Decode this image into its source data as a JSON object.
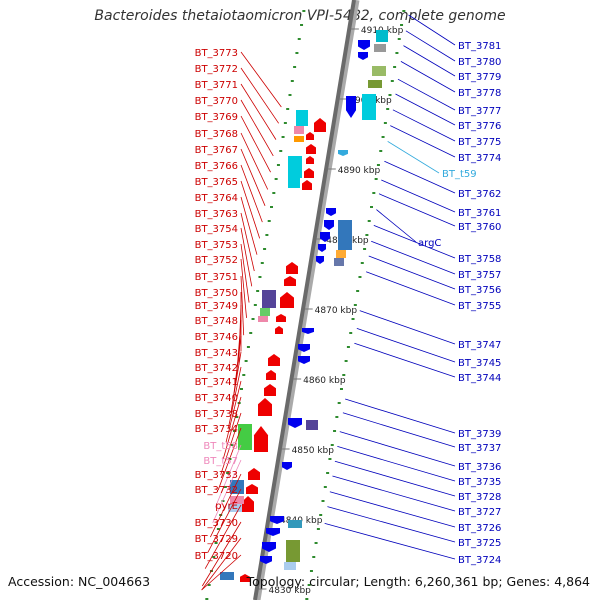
{
  "title": "Bacteroides thetaiotaomicron VPI-5482, complete genome",
  "accession": "Accession: NC_004663",
  "summary": "Topology: circular; Length: 6,260,361 bp; Genes: 4,864",
  "colors": {
    "left_label": "#cc0000",
    "left_rna": "#ee88bb",
    "right_label": "#0000bb",
    "right_rna": "#33aadd",
    "forward_gene": "#ee0000",
    "reverse_gene": "#0000ee",
    "backbone": "#888888",
    "tick": "#2e8b2e"
  },
  "scale_labels": [
    "4910 kbp",
    "4900 kbp",
    "4890 kbp",
    "4880 kbp",
    "4870 kbp",
    "4860 kbp",
    "4850 kbp",
    "4840 kbp",
    "4830 kbp"
  ],
  "left_labels": [
    {
      "text": "BT_3773",
      "rna": false
    },
    {
      "text": "BT_3772",
      "rna": false
    },
    {
      "text": "BT_3771",
      "rna": false
    },
    {
      "text": "BT_3770",
      "rna": false
    },
    {
      "text": "BT_3769",
      "rna": false
    },
    {
      "text": "BT_3768",
      "rna": false
    },
    {
      "text": "BT_3767",
      "rna": false
    },
    {
      "text": "BT_3766",
      "rna": false
    },
    {
      "text": "BT_3765",
      "rna": false
    },
    {
      "text": "BT_3764",
      "rna": false
    },
    {
      "text": "BT_3763",
      "rna": false
    },
    {
      "text": "BT_3754",
      "rna": false
    },
    {
      "text": "BT_3753",
      "rna": false
    },
    {
      "text": "BT_3752",
      "rna": false
    },
    {
      "text": "BT_3751",
      "rna": false
    },
    {
      "text": "BT_3750",
      "rna": false
    },
    {
      "text": "BT_3749",
      "rna": false
    },
    {
      "text": "BT_3748",
      "rna": false
    },
    {
      "text": "BT_3746",
      "rna": false
    },
    {
      "text": "BT_3743",
      "rna": false
    },
    {
      "text": "BT_3742",
      "rna": false
    },
    {
      "text": "BT_3741",
      "rna": false
    },
    {
      "text": "BT_3740",
      "rna": false
    },
    {
      "text": "BT_3738",
      "rna": false
    },
    {
      "text": "BT_3734",
      "rna": false
    },
    {
      "text": "BT_t58",
      "rna": true
    },
    {
      "text": "BT_t57",
      "rna": true
    },
    {
      "text": "BT_3733",
      "rna": false
    },
    {
      "text": "BT_3732",
      "rna": false
    },
    {
      "text": "pyrE",
      "rna": false
    },
    {
      "text": "BT_3730",
      "rna": false
    },
    {
      "text": "BT_3729",
      "rna": false
    },
    {
      "text": "BT_3720",
      "rna": false
    }
  ],
  "right_labels": [
    {
      "text": "BT_3781",
      "rna": false
    },
    {
      "text": "BT_3780",
      "rna": false
    },
    {
      "text": "BT_3779",
      "rna": false
    },
    {
      "text": "BT_3778",
      "rna": false
    },
    {
      "text": "BT_3777",
      "rna": false
    },
    {
      "text": "BT_3776",
      "rna": false
    },
    {
      "text": "BT_3775",
      "rna": false
    },
    {
      "text": "BT_3774",
      "rna": false
    },
    {
      "text": "BT_t59",
      "rna": true
    },
    {
      "text": "BT_3762",
      "rna": false
    },
    {
      "text": "BT_3761",
      "rna": false
    },
    {
      "text": "BT_3760",
      "rna": false
    },
    {
      "text": "argC",
      "rna": false
    },
    {
      "text": "BT_3758",
      "rna": false
    },
    {
      "text": "BT_3757",
      "rna": false
    },
    {
      "text": "BT_3756",
      "rna": false
    },
    {
      "text": "BT_3755",
      "rna": false
    },
    {
      "text": "BT_3747",
      "rna": false
    },
    {
      "text": "BT_3745",
      "rna": false
    },
    {
      "text": "BT_3744",
      "rna": false
    },
    {
      "text": "BT_3739",
      "rna": false
    },
    {
      "text": "BT_3737",
      "rna": false
    },
    {
      "text": "BT_3736",
      "rna": false
    },
    {
      "text": "BT_3735",
      "rna": false
    },
    {
      "text": "BT_3728",
      "rna": false
    },
    {
      "text": "BT_3727",
      "rna": false
    },
    {
      "text": "BT_3726",
      "rna": false
    },
    {
      "text": "BT_3725",
      "rna": false
    },
    {
      "text": "BT_3724",
      "rna": false
    }
  ]
}
